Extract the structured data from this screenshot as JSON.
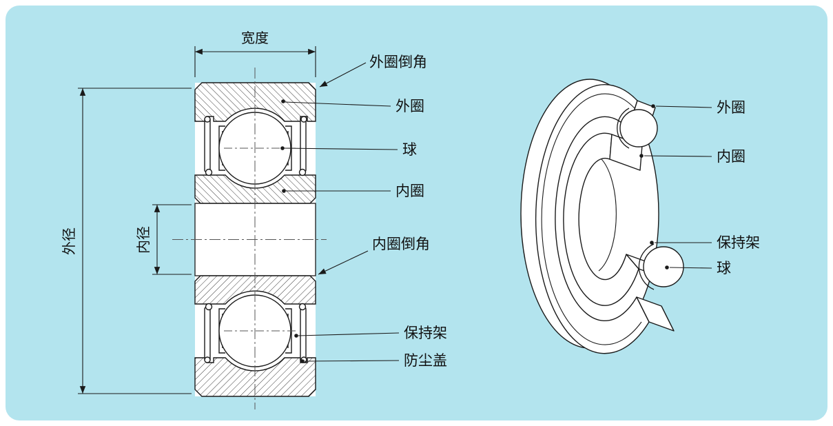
{
  "canvas": {
    "background_color": "#b3e4ee",
    "line_color": "#1a1a1a"
  },
  "section_view": {
    "width": "宽度",
    "outer_diameter": "外径",
    "bore_diameter": "内径",
    "outer_ring_chamfer": "外圈倒角",
    "outer_ring": "外圈",
    "ball": "球",
    "inner_ring": "内圈",
    "inner_ring_chamfer": "内圈倒角",
    "cage": "保持架",
    "shield": "防尘盖"
  },
  "iso_view": {
    "outer_ring": "外圈",
    "inner_ring": "内圈",
    "cage": "保持架",
    "ball": "球"
  }
}
